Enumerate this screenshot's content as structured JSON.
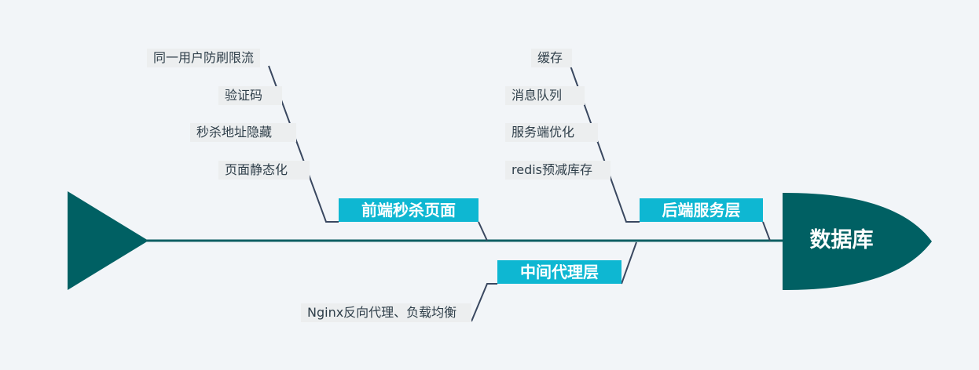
{
  "head": {
    "label": "数据库"
  },
  "colors": {
    "spine": "#0e5f63",
    "head": "#006063",
    "tail": "#006063",
    "category_bg": "#0eb7d2",
    "branch_line": "#3a4860",
    "leaf_bg": "#eceeef",
    "background": "#f2f5f8"
  },
  "branches": [
    {
      "label": "前端秒杀页面",
      "causes": [
        "同一用户防刷限流",
        "验证码",
        "秒杀地址隐藏",
        "页面静态化"
      ]
    },
    {
      "label": "后端服务层",
      "causes": [
        "缓存",
        "消息队列",
        "服务端优化",
        "redis预减库存"
      ]
    },
    {
      "label": "中间代理层",
      "causes": [
        "Nginx反向代理、负载均衡"
      ]
    }
  ]
}
